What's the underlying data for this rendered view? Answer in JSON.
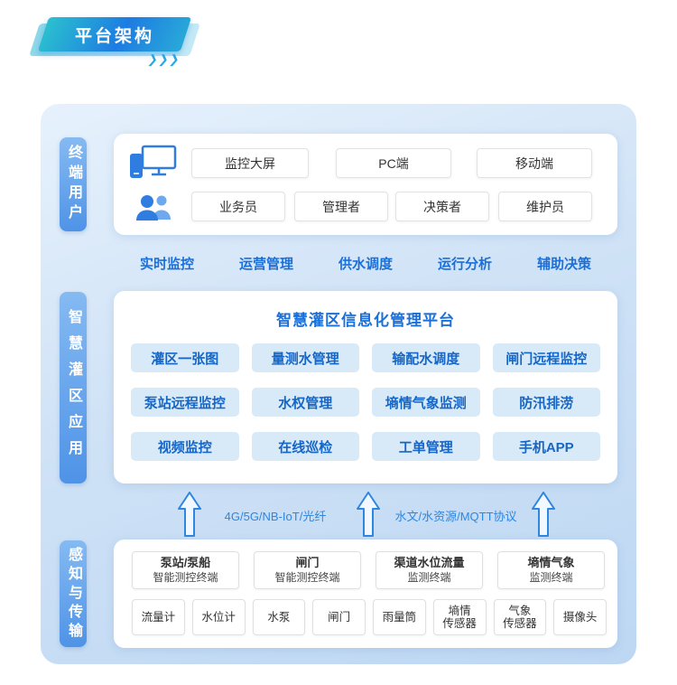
{
  "badge": {
    "title": "平台架构",
    "chevrons": "❯❯❯"
  },
  "users": {
    "label": "终端用户",
    "screens": [
      "监控大屏",
      "PC端",
      "移动端"
    ],
    "roles": [
      "业务员",
      "管理者",
      "决策者",
      "维护员"
    ]
  },
  "features": [
    "实时监控",
    "运营管理",
    "供水调度",
    "运行分析",
    "辅助决策"
  ],
  "apps": {
    "label": "智慧灌区应用",
    "title": "智慧灌区信息化管理平台",
    "rows": [
      [
        "灌区一张图",
        "量测水管理",
        "输配水调度",
        "闸门远程监控"
      ],
      [
        "泵站远程监控",
        "水权管理",
        "墒情气象监测",
        "防汛排涝"
      ],
      [
        "视频监控",
        "在线巡检",
        "工单管理",
        "手机APP"
      ]
    ]
  },
  "links": {
    "left": "4G/5G/NB-IoT/光纤",
    "right": "水文/水资源/MQTT协议"
  },
  "sensing": {
    "label": "感知与传输",
    "terminals": [
      {
        "title": "泵站/泵船",
        "subtitle": "智能测控终端"
      },
      {
        "title": "闸门",
        "subtitle": "智能测控终端"
      },
      {
        "title": "渠道水位流量",
        "subtitle": "监测终端"
      },
      {
        "title": "墒情气象",
        "subtitle": "监测终端"
      }
    ],
    "devices": [
      "流量计",
      "水位计",
      "水泵",
      "闸门",
      "雨量筒",
      "墒情\n传感器",
      "气象\n传感器",
      "摄像头"
    ]
  },
  "colors": {
    "accent_blue": "#1d7ce2",
    "accent_teal": "#2bc0cf",
    "panel_bg": "#cfe2f6",
    "pill_blue": "#5e9ee9",
    "app_button_bg": "#d8e9f8",
    "app_text": "#1566c6",
    "feature_text": "#1b6fd8"
  }
}
